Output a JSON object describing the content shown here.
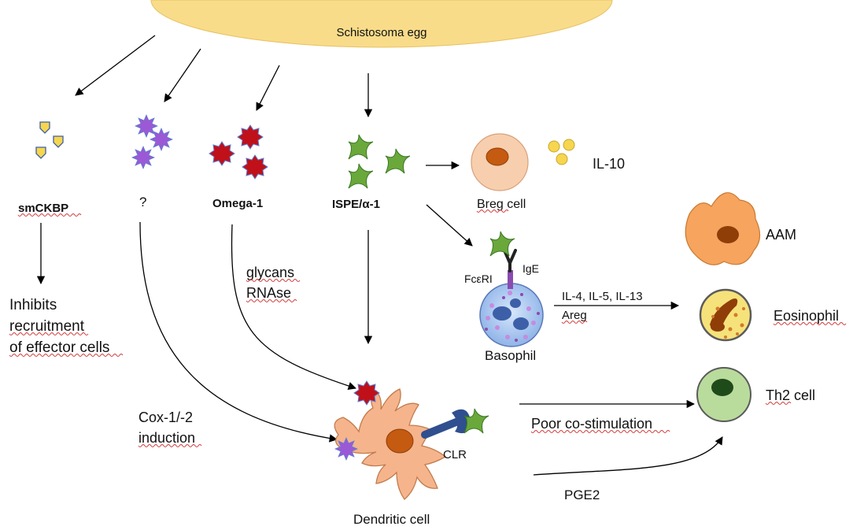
{
  "labels": {
    "egg": "Schistosoma egg",
    "smckbp": "smCKBP",
    "unknown": "?",
    "omega": "Omega-1",
    "ispe": "ISPE/α-1",
    "il10": "IL-10",
    "breg": "Breg cell",
    "aam": "AAM",
    "ige": "IgE",
    "fceri": "FcεRI",
    "basophil": "Basophil",
    "cytokines": "IL-4, IL-5, IL-13",
    "areg": "Areg",
    "eosinophil": "Eosinophil",
    "th2": "Th2 cell",
    "inhibits_1": "Inhibits",
    "inhibits_2": "recruitment",
    "inhibits_3": "of effector cells",
    "glycans": "glycans",
    "rnase": "RNAse",
    "cox_1": "Cox-1/-2",
    "cox_2": "induction",
    "poor": "Poor co-stimulation",
    "pge2": "PGE2",
    "clr": "CLR",
    "dendritic": "Dendritic cell"
  },
  "colors": {
    "egg": "#f8dc8a",
    "smckbp": "#f6d64e",
    "unknown_molecule": "#9b59d6",
    "omega": "#c0101a",
    "ispe": "#6aa83c",
    "breg": "#f7cfae",
    "aam": "#f6a45e",
    "dendritic": "#f5b48c",
    "basophil": "#a9c8f0",
    "eosinophil": "#f6e27a",
    "th2": "#b9dc9c",
    "nucleus": "#c55a11",
    "clr": "#2f4f8f",
    "squiggle": "#d23a3a"
  }
}
